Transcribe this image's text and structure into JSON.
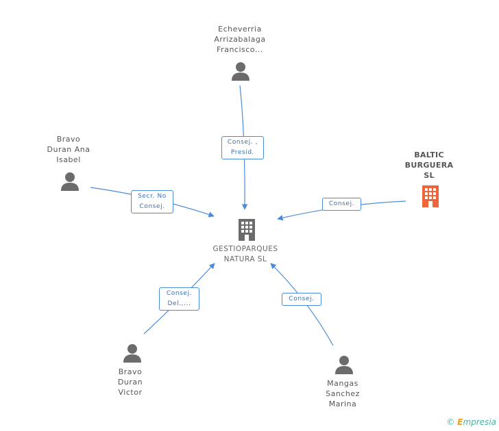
{
  "nodes": {
    "main": {
      "label": "GESTIOPARQUES\nNATURA SL"
    },
    "echeverria": {
      "label": "Echeverria\nArrizabalaga\nFrancisco..."
    },
    "bravo_ana": {
      "label": "Bravo\nDuran Ana\nIsabel"
    },
    "baltic": {
      "label": "BALTIC\nBURGUERA\nSL"
    },
    "bravo_victor": {
      "label": "Bravo\nDuran\nVictor"
    },
    "mangas": {
      "label": "Mangas\nSanchez\nMarina"
    }
  },
  "relations": {
    "echeverria": "Consej. ,\nPresid.",
    "bravo_ana": "Secr.  No\nConsej.",
    "baltic": "Consej.",
    "bravo_victor": "Consej.\nDel.,...",
    "mangas": "Consej."
  },
  "colors": {
    "edge": "#4a8ad8",
    "person_icon": "#6b6b6b",
    "main_company_icon": "#6b6b6b",
    "ext_company_icon": "#f0643a"
  },
  "footer": {
    "copyright": "©",
    "brand_e": "E",
    "brand_rest": "mpresia"
  }
}
